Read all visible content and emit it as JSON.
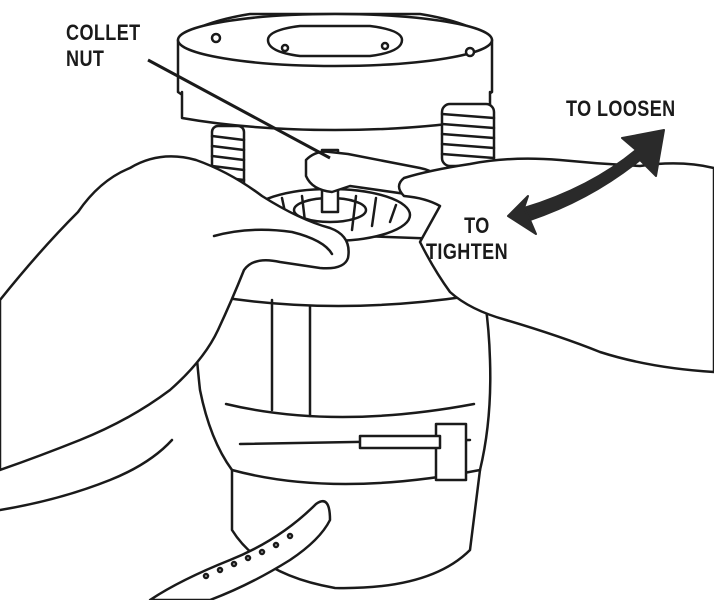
{
  "labels": {
    "collet_nut_line1": "COLLET",
    "collet_nut_line2": "NUT",
    "to_loosen": "TO LOOSEN",
    "to_tighten_line1": "TO",
    "to_tighten_line2": "TIGHTEN"
  },
  "colors": {
    "line": "#1a1a1a",
    "fill": "#ffffff",
    "arrow": "#2a2a2a"
  },
  "icons": {
    "rotation_arrow": "double-headed-curved-arrow-icon"
  }
}
